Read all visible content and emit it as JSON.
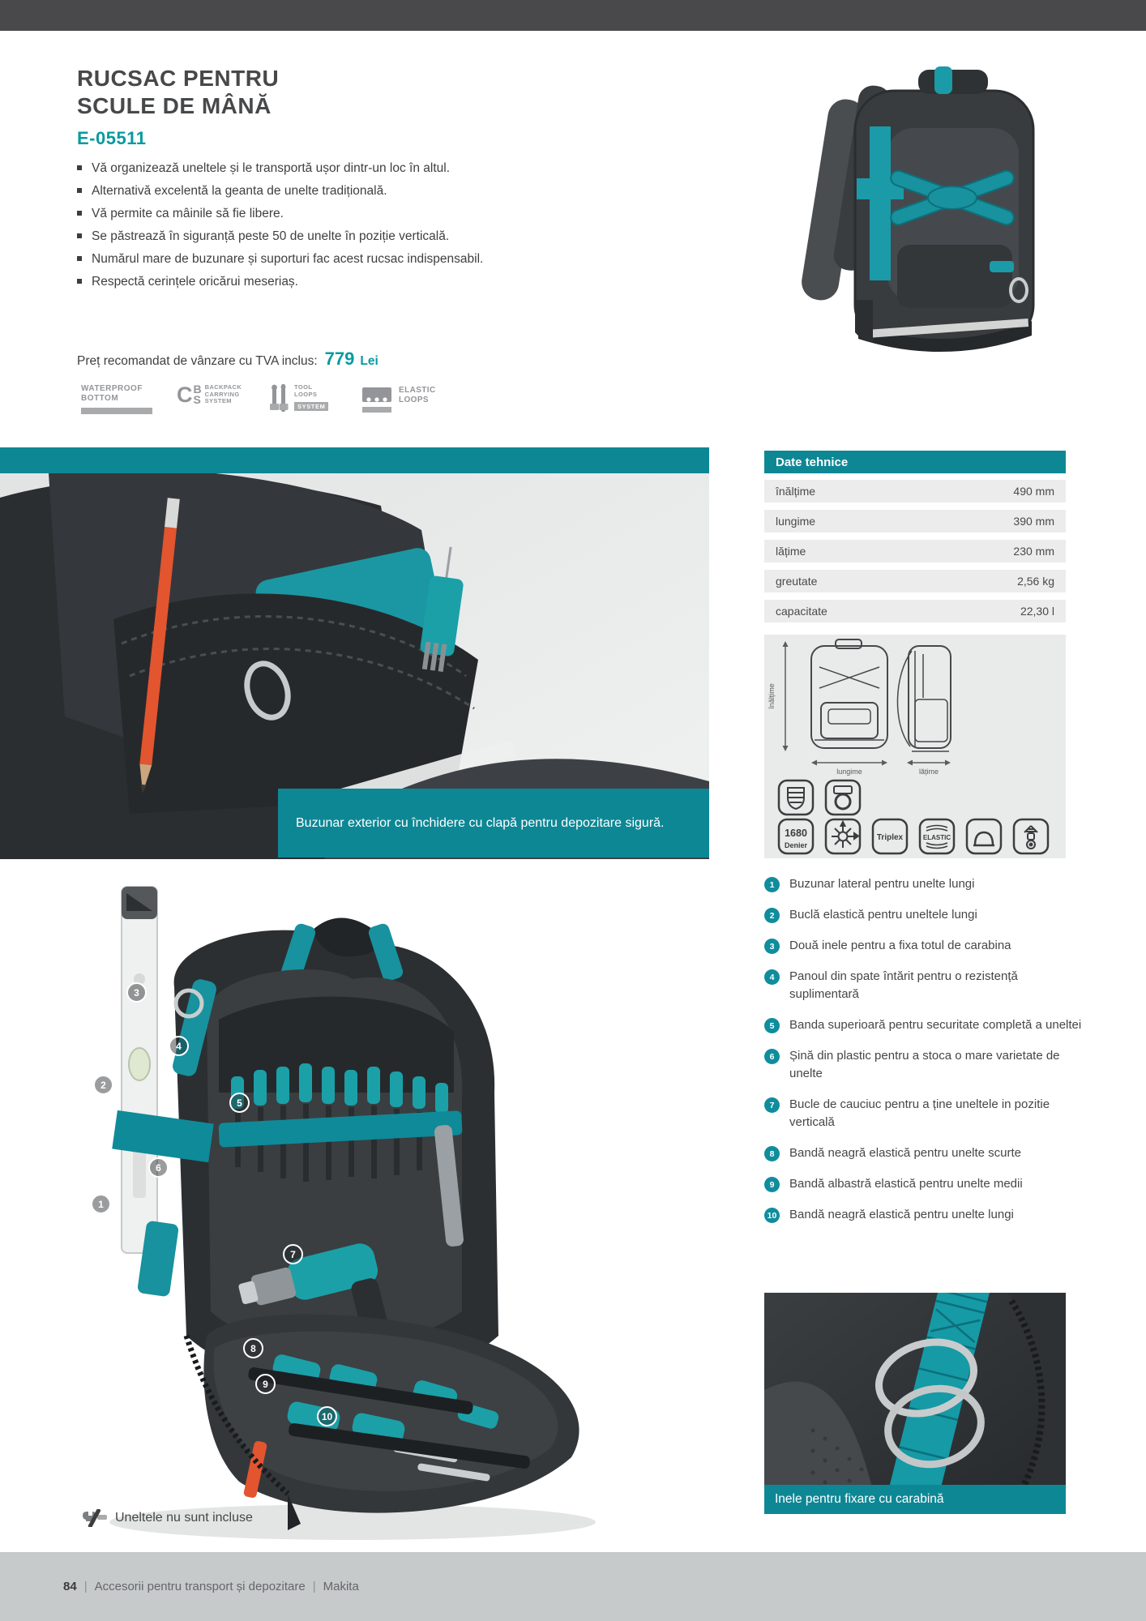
{
  "header": {
    "title_line1": "RUCSAC PENTRU",
    "title_line2": "SCULE DE MÂNĂ",
    "product_code": "E-05511"
  },
  "bullets": [
    "Vă organizează uneltele și le transportă ușor dintr-un loc în altul.",
    "Alternativă excelentă la geanta de unelte tradițională.",
    "Vă permite ca mâinile să fie libere.",
    "Se păstrează în siguranță peste 50 de unelte în poziție verticală.",
    "Numărul mare de buzunare și suporturi fac acest rucsac indispensabil.",
    "Respectă cerințele oricărui meseriaș."
  ],
  "price": {
    "label": "Preț recomandat de vânzare cu TVA inclus:",
    "value": "779",
    "currency": "Lei"
  },
  "badges": {
    "waterproof": {
      "line1": "WATERPROOF",
      "line2": "BOTTOM"
    },
    "cbs": {
      "big": "C",
      "stack1": "B",
      "stack2": "S",
      "line1": "BACKPACK",
      "line2": "CARRYING",
      "line3": "SYSTEM"
    },
    "tool_loops": {
      "line1": "TOOL",
      "line2": "LOOPS",
      "bar": "SYSTEM"
    },
    "elastic": {
      "line1": "ELASTIC",
      "line2": "LOOPS"
    }
  },
  "main_photo": {
    "caption": "Buzunar exterior cu închidere cu clapă pentru depozitare sigură."
  },
  "specs": {
    "header": "Date tehnice",
    "rows": [
      {
        "label": "înălțime",
        "value": "490 mm"
      },
      {
        "label": "lungime",
        "value": "390 mm"
      },
      {
        "label": "lățime",
        "value": "230 mm"
      },
      {
        "label": "greutate",
        "value": "2,56 kg"
      },
      {
        "label": "capacitate",
        "value": "22,30 l"
      }
    ]
  },
  "diagram": {
    "height_label": "înălțime",
    "length_label": "lungime",
    "width_label": "lățime",
    "denier_value": "1680",
    "denier_unit": "Denier",
    "triplex_label": "Triplex",
    "elastic_label": "ELASTIC"
  },
  "features": [
    {
      "num": "1",
      "text": "Buzunar lateral pentru unelte lungi"
    },
    {
      "num": "2",
      "text": "Buclă elastică pentru uneltele lungi"
    },
    {
      "num": "3",
      "text": "Două inele pentru a fixa totul de carabina"
    },
    {
      "num": "4",
      "text": "Panoul din spate întărit pentru o rezistență suplimentară"
    },
    {
      "num": "5",
      "text": "Banda superioară pentru securitate completă a uneltei"
    },
    {
      "num": "6",
      "text": "Șină din plastic pentru a stoca o mare varietate de unelte"
    },
    {
      "num": "7",
      "text": "Bucle de cauciuc pentru a ține uneltele in pozitie verticală"
    },
    {
      "num": "8",
      "text": "Bandă neagră elastică pentru unelte scurte"
    },
    {
      "num": "9",
      "text": "Bandă albastră elastică pentru unelte medii"
    },
    {
      "num": "10",
      "text": "Bandă neagră elastică pentru unelte lungi"
    }
  ],
  "detail_photo": {
    "caption": "Inele pentru fixare cu carabină"
  },
  "note": {
    "text": "Uneltele nu sunt incluse"
  },
  "footer": {
    "page_number": "84",
    "separator": "|",
    "section": "Accesorii pentru transport și depozitare",
    "brand": "Makita"
  },
  "colors": {
    "teal": "#0e8795",
    "teal_bright": "#089aa0",
    "topbar": "#49494b",
    "footer_bg": "#c7caca"
  }
}
